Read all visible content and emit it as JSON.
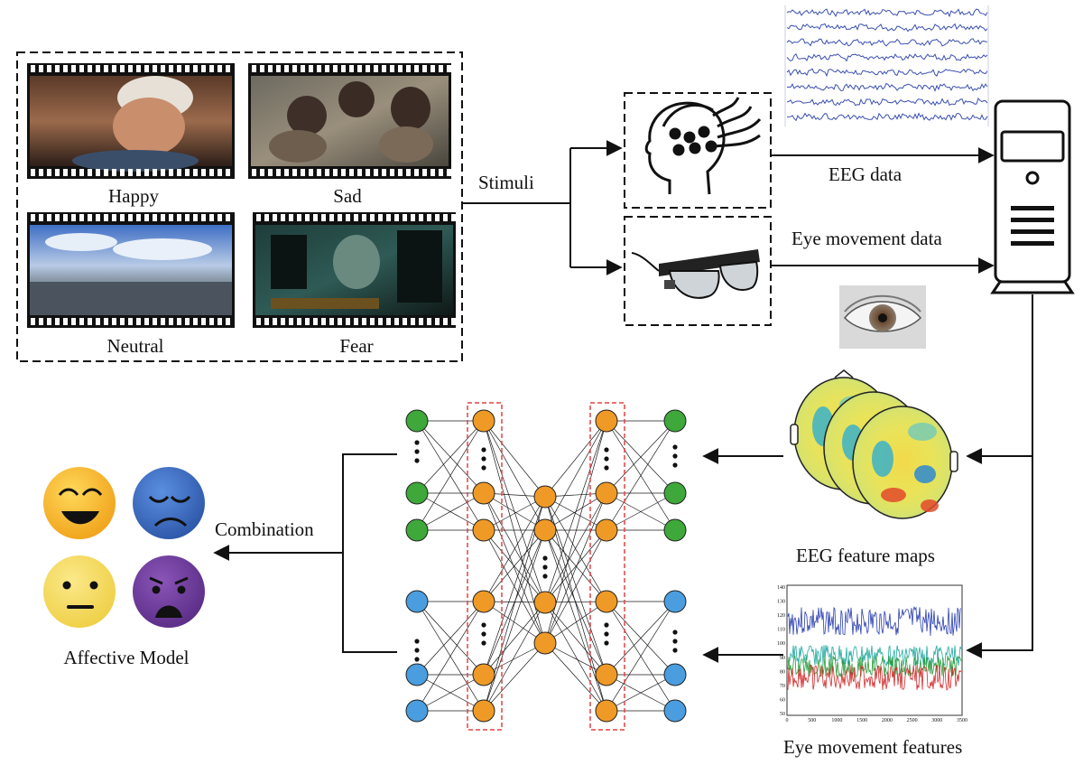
{
  "stimuli": {
    "clips": [
      {
        "label": "Happy"
      },
      {
        "label": "Sad"
      },
      {
        "label": "Neutral"
      },
      {
        "label": "Fear"
      }
    ],
    "arrow_label": "Stimuli"
  },
  "data_flow": {
    "eeg_data_label": "EEG data",
    "eye_data_label": "Eye movement data"
  },
  "features": {
    "eeg_feature_label": "EEG feature maps",
    "eye_feature_label": "Eye movement features",
    "eye_chart": {
      "y_ticks": [
        "140",
        "130",
        "120",
        "110",
        "100",
        "90",
        "80",
        "70",
        "60",
        "50"
      ],
      "x_ticks": [
        "0",
        "500",
        "1000",
        "1500",
        "2000",
        "2500",
        "3000",
        "3500"
      ]
    }
  },
  "fusion": {
    "combination_label": "Combination"
  },
  "output": {
    "model_label": "Affective Model",
    "emotions": [
      {
        "name": "happy",
        "color": "#f7b92a"
      },
      {
        "name": "sad",
        "color": "#3f6fc2"
      },
      {
        "name": "neutral",
        "color": "#f6dc63"
      },
      {
        "name": "fear",
        "color": "#6b3a97"
      }
    ]
  },
  "colors": {
    "green_node": "#3ea83a",
    "blue_node": "#4a9ee0",
    "orange_node": "#ef9a26",
    "dashed_box": "#e04444",
    "eeg_wave": "#3b4fb0"
  }
}
